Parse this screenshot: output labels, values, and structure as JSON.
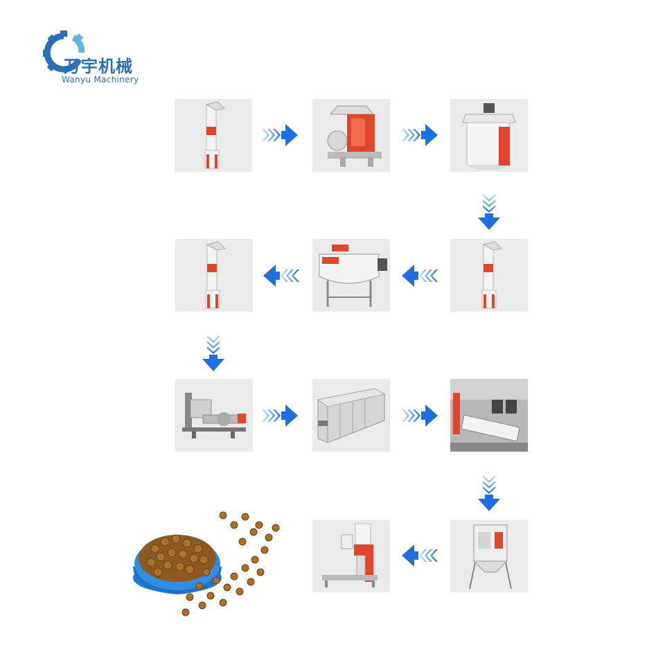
{
  "logo": {
    "name_cn": "万宇机械",
    "name_en": "Wanyu Machinery",
    "brand_color": "#2b6fb6",
    "accent_color": "#5fb6e0"
  },
  "colors": {
    "arrow_dark": "#1e6fe0",
    "arrow_light": "#bfe3fb",
    "tile_bg": "#ebebeb",
    "machine_red": "#e2462a",
    "machine_white": "#f4f4f4"
  },
  "flow": [
    {
      "step": 1,
      "icon": "bucket-elevator-icon"
    },
    {
      "step": 2,
      "icon": "hammer-mill-icon"
    },
    {
      "step": 3,
      "icon": "dust-collector-icon"
    },
    {
      "step": 4,
      "icon": "bucket-elevator-icon"
    },
    {
      "step": 5,
      "icon": "ribbon-mixer-icon"
    },
    {
      "step": 6,
      "icon": "bucket-elevator-icon"
    },
    {
      "step": 7,
      "icon": "extruder-icon"
    },
    {
      "step": 8,
      "icon": "dryer-icon"
    },
    {
      "step": 9,
      "icon": "coating-drum-icon"
    },
    {
      "step": 10,
      "icon": "cooler-icon"
    },
    {
      "step": 11,
      "icon": "packing-machine-icon"
    },
    {
      "step": 12,
      "icon": "pet-food-bowl-icon"
    }
  ]
}
